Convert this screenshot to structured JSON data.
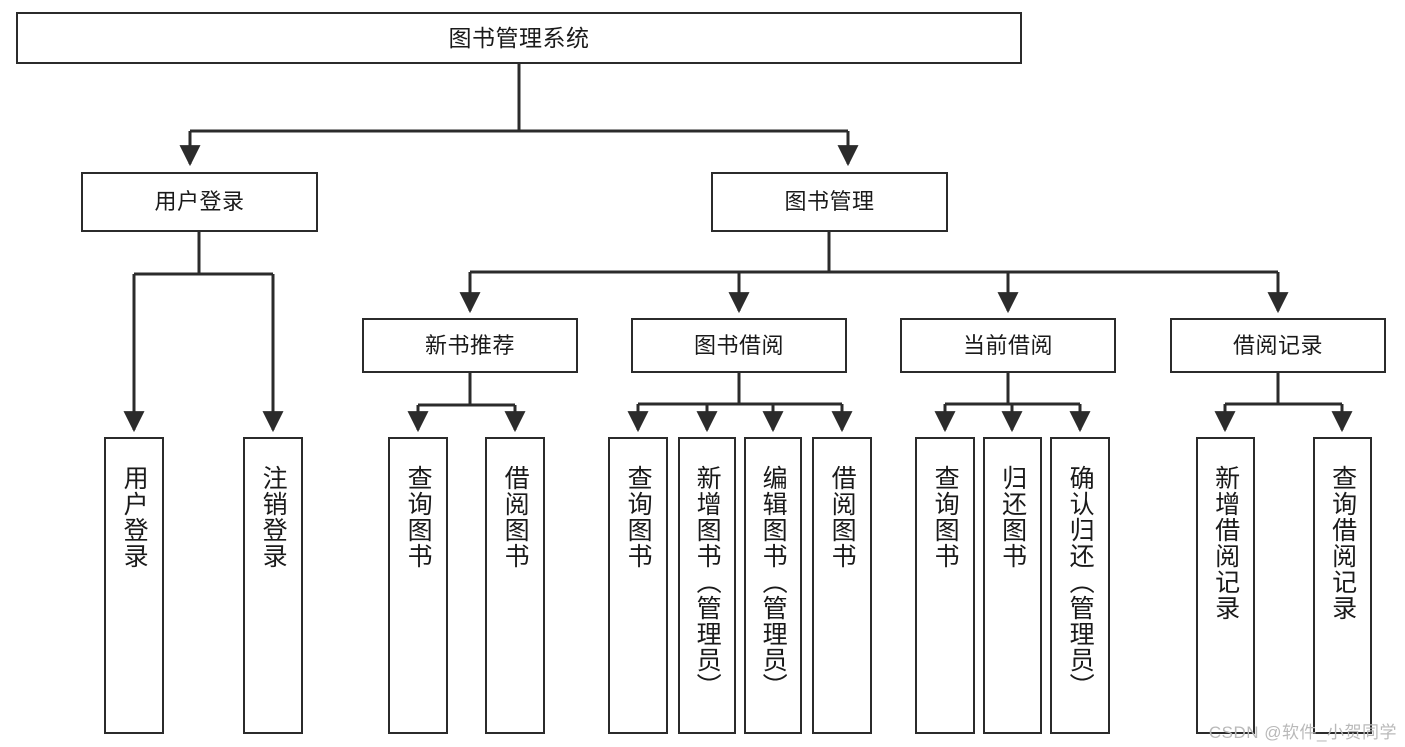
{
  "diagram": {
    "title": "图书管理系统",
    "watermark": "CSDN @软件_小贺同学",
    "stroke_color": "#2b2b2b",
    "background_color": "#ffffff",
    "nodes": {
      "root": "图书管理系统",
      "level2": {
        "user_login": "用户登录",
        "book_manage": "图书管理"
      },
      "level3": {
        "new_book_recommend": "新书推荐",
        "book_borrow": "图书借阅",
        "current_borrow": "当前借阅",
        "borrow_record": "借阅记录"
      },
      "leaves": {
        "user_login_1": "用户登录",
        "user_login_2": "注销登录",
        "recommend_1": "查询图书",
        "recommend_2": "借阅图书",
        "borrow_1": "查询图书",
        "borrow_2": "新增图书（管理员）",
        "borrow_3": "编辑图书（管理员）",
        "borrow_4": "借阅图书",
        "current_1": "查询图书",
        "current_2": "归还图书",
        "current_3": "确认归还（管理员）",
        "record_1": "新增借阅记录",
        "record_2": "查询借阅记录"
      }
    }
  }
}
